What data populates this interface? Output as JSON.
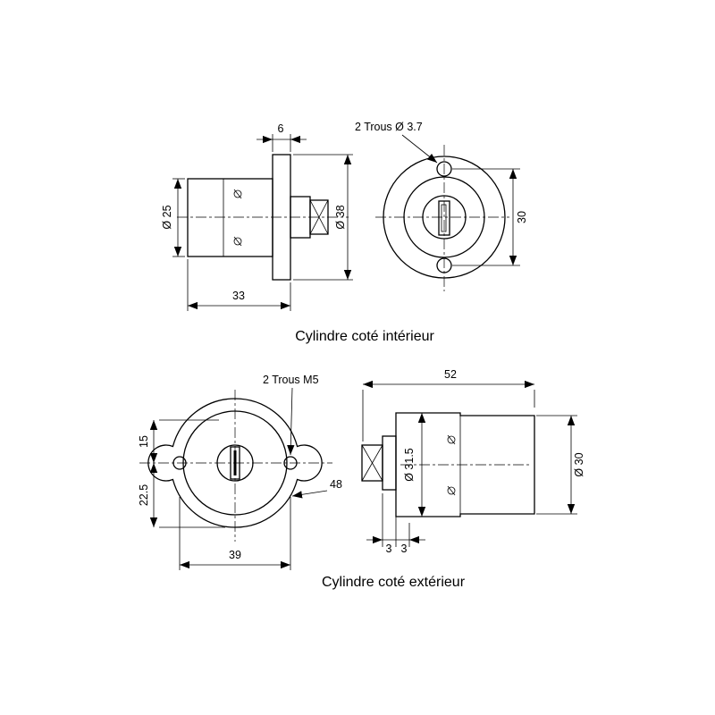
{
  "colors": {
    "line": "#000000",
    "background": "#ffffff"
  },
  "top_view": {
    "caption": "Cylindre coté intérieur",
    "holes_label": "2 Trous Ø 3.7",
    "dims": {
      "flange_width": "6",
      "body_diameter": "Ø 25",
      "flange_diameter": "Ø 38",
      "body_length": "33",
      "hole_spacing": "30"
    }
  },
  "bottom_view": {
    "caption": "Cylindre coté extérieur",
    "holes_label": "2 Trous M5",
    "dims": {
      "hole_offset": "15",
      "center_to_bottom": "22.5",
      "hole_spacing": "39",
      "plate_width": "48",
      "body_length": "52",
      "core_diameter": "Ø 31.5",
      "body_diameter": "Ø 30",
      "thickness_a": "3",
      "thickness_b": "3"
    }
  }
}
